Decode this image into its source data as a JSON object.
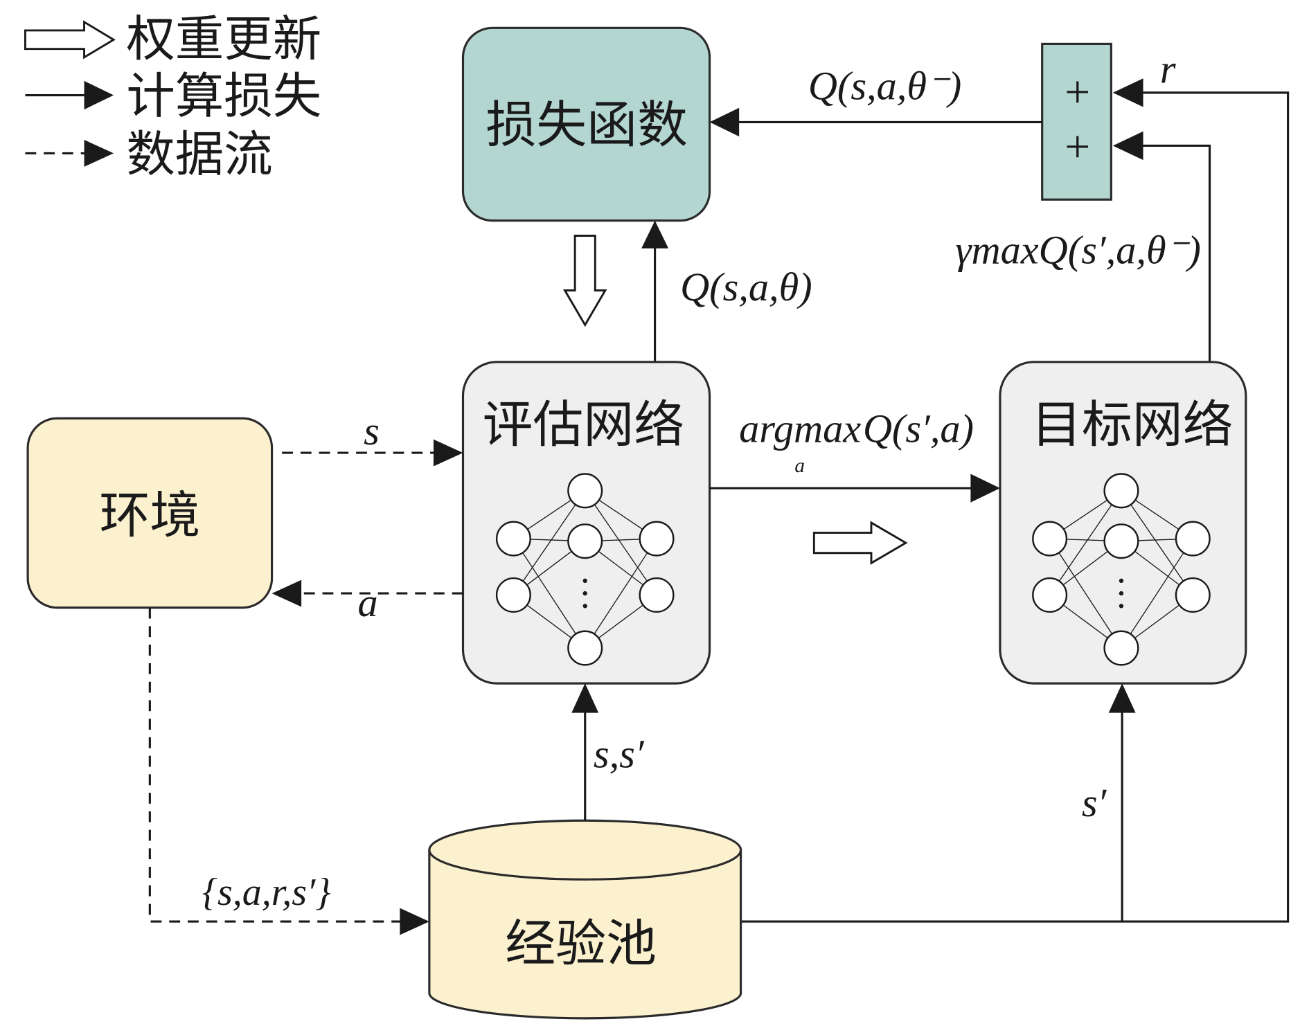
{
  "legend": {
    "items": [
      {
        "label": "权重更新",
        "icon": "hollow-arrow-icon"
      },
      {
        "label": "计算损失",
        "icon": "solid-arrow-icon"
      },
      {
        "label": "数据流",
        "icon": "dashed-arrow-icon"
      }
    ]
  },
  "blocks": {
    "loss_function": "损失函数",
    "sum_node": [
      "+",
      "+"
    ],
    "eval_network": "评估网络",
    "target_network": "目标网络",
    "environment": "环境",
    "replay_pool": "经验池"
  },
  "flows": {
    "target_value": "Q(s,a,θ⁻)",
    "reward": "r",
    "discounted_target": "γmaxQ(s′,a,θ⁻)",
    "eval_value": "Q(s,a,θ)",
    "state": "s",
    "action": "a",
    "argmax_operator": "argmax",
    "argmax_subscript": "a",
    "argmax_expression": "Q(s′,a)",
    "sampled_states": "s,s′",
    "transition": "{s,a,r,s′}",
    "next_state": "s′"
  },
  "colors": {
    "loss_function_fill": "#b4d6d1",
    "sum_node_fill": "#b4d6d1",
    "network_fill": "#efefef",
    "environment_fill": "#fcf1cf",
    "replay_pool_fill": "#fcf1cf",
    "line": "#1a1a1a"
  }
}
